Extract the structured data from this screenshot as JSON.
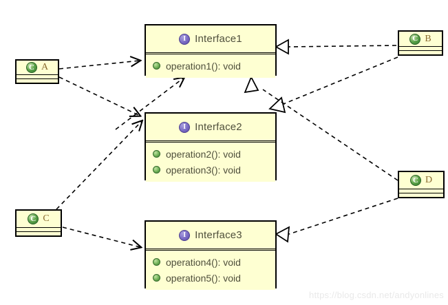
{
  "diagram": {
    "kind": "uml-class-diagram",
    "colors": {
      "box_fill": "#feffd2",
      "box_border": "#000000",
      "interface_icon": "#6b5ab8",
      "class_icon": "#3e8b3a",
      "name_text": "#4f4f3c",
      "class_name_text": "#8a6a2f",
      "edge": "#000000",
      "watermark": "#e9e9e9",
      "background": "#ffffff"
    },
    "interfaces": [
      {
        "id": "interface1",
        "name": "Interface1",
        "icon": "interface-icon",
        "operations": [
          {
            "icon": "operation-bullet-icon",
            "label": "operation1(): void"
          }
        ]
      },
      {
        "id": "interface2",
        "name": "Interface2",
        "icon": "interface-icon",
        "operations": [
          {
            "icon": "operation-bullet-icon",
            "label": "operation2(): void"
          },
          {
            "icon": "operation-bullet-icon",
            "label": "operation3(): void"
          }
        ]
      },
      {
        "id": "interface3",
        "name": "Interface3",
        "icon": "interface-icon",
        "operations": [
          {
            "icon": "operation-bullet-icon",
            "label": "operation4(): void"
          },
          {
            "icon": "operation-bullet-icon",
            "label": "operation5(): void"
          }
        ]
      }
    ],
    "classes": [
      {
        "id": "classA",
        "name": "A",
        "icon": "class-icon"
      },
      {
        "id": "classB",
        "name": "B",
        "icon": "class-icon"
      },
      {
        "id": "classC",
        "name": "C",
        "icon": "class-icon"
      },
      {
        "id": "classD",
        "name": "D",
        "icon": "class-icon"
      }
    ],
    "relationships": [
      {
        "from": "classA",
        "to": "interface1",
        "style": "dashed",
        "arrow": "open-arrow",
        "type": "dependency"
      },
      {
        "from": "classA",
        "to": "interface2",
        "style": "dashed",
        "arrow": "open-arrow",
        "type": "dependency"
      },
      {
        "from": "classC",
        "to": "interface2",
        "style": "dashed",
        "arrow": "open-arrow",
        "type": "dependency"
      },
      {
        "from": "classC",
        "to": "interface3",
        "style": "dashed",
        "arrow": "open-arrow",
        "type": "dependency"
      },
      {
        "from": "classB",
        "to": "interface1",
        "style": "dashed",
        "arrow": "hollow-triangle",
        "type": "realization"
      },
      {
        "from": "classB",
        "to": "interface2",
        "style": "dashed",
        "arrow": "hollow-triangle",
        "type": "realization"
      },
      {
        "from": "classD",
        "to": "interface1",
        "style": "dashed",
        "arrow": "hollow-triangle",
        "type": "realization"
      },
      {
        "from": "classD",
        "to": "interface3",
        "style": "dashed",
        "arrow": "hollow-triangle",
        "type": "realization"
      }
    ],
    "watermark": "https://blog.csdn.net/andyonlines"
  }
}
